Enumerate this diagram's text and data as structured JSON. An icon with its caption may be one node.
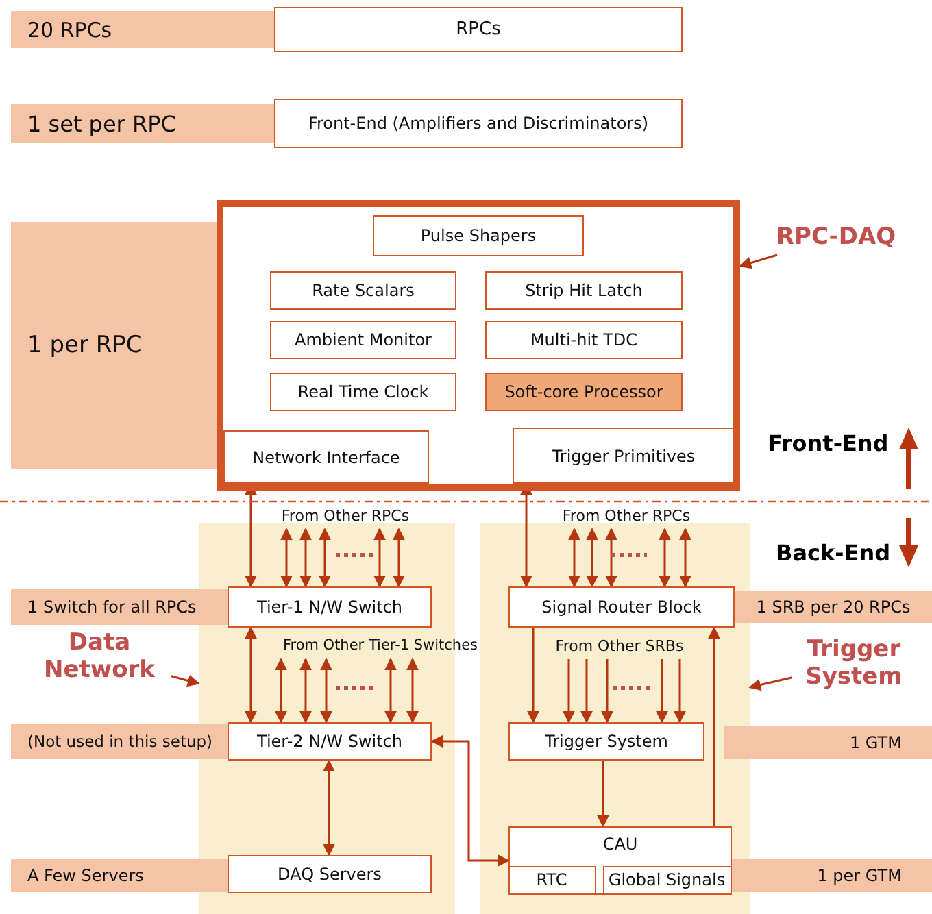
{
  "diagram": {
    "nodes": [
      {
        "text": [
          "20 RPCs"
        ]
      },
      {
        "text": [
          "RPCs"
        ]
      },
      {
        "text": [
          "1 set per RPC"
        ]
      },
      {
        "text": [
          "Front-End (Amplifiers and Discriminators)"
        ]
      },
      {
        "text": [
          "1 per RPC"
        ]
      },
      {
        "text": [],
        "shape": "box"
      },
      {
        "text": [
          "Pulse Shapers"
        ],
        "in": 5
      },
      {
        "text": [
          "Rate Scalars"
        ],
        "in": 5
      },
      {
        "text": [
          "Strip Hit Latch"
        ],
        "in": 5
      },
      {
        "text": [
          "Ambient Monitor"
        ],
        "in": 5
      },
      {
        "text": [
          "Multi-hit TDC"
        ],
        "in": 5
      },
      {
        "text": [
          "Real Time Clock"
        ],
        "in": 5
      },
      {
        "text": [
          "Soft-core Processor"
        ],
        "in": 5
      },
      {
        "text": [
          "Network Interface"
        ],
        "in": 5
      },
      {
        "text": [
          "Trigger Primitives"
        ],
        "in": 5
      },
      {
        "text": [
          "RPC-DAQ"
        ]
      },
      {
        "text": [],
        "shape": "box"
      },
      {
        "text": [
          "Tier-1 N/W Switch"
        ],
        "in": 16
      },
      {
        "text": [
          "Tier-2 N/W Switch"
        ],
        "in": 16
      },
      {
        "text": [
          "DAQ Servers"
        ],
        "in": 16
      },
      {
        "text": [],
        "shape": "box"
      },
      {
        "text": [
          "Signal Router Block"
        ],
        "in": 20
      },
      {
        "text": [
          "Trigger System"
        ],
        "in": 20
      },
      {
        "text": [
          "CAU"
        ],
        "in": 20
      },
      {
        "text": [
          "RTC"
        ],
        "in": 23
      },
      {
        "text": [
          "Global Signals"
        ],
        "in": 23
      },
      {
        "text": [
          "Data Network"
        ]
      },
      {
        "text": [
          "Trigger System"
        ]
      },
      {
        "text": [
          "1 Switch for all RPCs"
        ]
      },
      {
        "text": [
          "(Not used in this setup)"
        ]
      },
      {
        "text": [
          "A Few Servers"
        ]
      },
      {
        "text": [
          "1 SRB per 20 RPCs"
        ]
      },
      {
        "text": [
          "1 GTM"
        ]
      },
      {
        "text": [
          "1 per GTM"
        ]
      },
      {
        "text": [
          "From Other RPCs"
        ]
      },
      {
        "text": [
          "From Other Tier-1 Switches"
        ]
      },
      {
        "text": [
          "From Other RPCs"
        ]
      },
      {
        "text": [
          "From Other SRBs"
        ],
        "in": 20
      }
    ],
    "edges": [
      {
        "from": 13,
        "to": 17,
        "arrow": "both"
      },
      {
        "from": 34,
        "to": 17,
        "arrow": "both"
      },
      {
        "from": 34,
        "to": 17,
        "arrow": "both"
      },
      {
        "from": 34,
        "to": 17,
        "arrow": "both"
      },
      {
        "from": 34,
        "to": 17,
        "arrow": "both"
      },
      {
        "from": 34,
        "to": 17,
        "arrow": "both"
      },
      {
        "from": 17,
        "to": 18,
        "arrow": "both"
      },
      {
        "from": 35,
        "to": 18,
        "arrow": "both"
      },
      {
        "from": 35,
        "to": 18,
        "arrow": "both"
      },
      {
        "from": 35,
        "to": 18,
        "arrow": "both"
      },
      {
        "from": 35,
        "to": 18,
        "arrow": "both"
      },
      {
        "from": 35,
        "to": 18,
        "arrow": "both"
      },
      {
        "from": 18,
        "to": 19,
        "arrow": "both"
      },
      {
        "from": 14,
        "to": 21,
        "arrow": "both"
      },
      {
        "from": 36,
        "to": 21,
        "arrow": "both"
      },
      {
        "from": 36,
        "to": 21,
        "arrow": "both"
      },
      {
        "from": 36,
        "to": 21,
        "arrow": "both"
      },
      {
        "from": 36,
        "to": 21,
        "arrow": "both"
      },
      {
        "from": 36,
        "to": 21,
        "arrow": "both"
      },
      {
        "from": 21,
        "to": 22,
        "arrow": "to"
      },
      {
        "from": 37,
        "to": 22,
        "arrow": "to"
      },
      {
        "from": 37,
        "to": 22,
        "arrow": "to"
      },
      {
        "from": 37,
        "to": 22,
        "arrow": "to"
      },
      {
        "from": 37,
        "to": 22,
        "arrow": "to"
      },
      {
        "from": 37,
        "to": 22,
        "arrow": "to"
      },
      {
        "from": 22,
        "to": 23,
        "arrow": "to"
      },
      {
        "from": 25,
        "to": 21,
        "arrow": "to"
      },
      {
        "from": 18,
        "to": 23,
        "arrow": "both"
      },
      {
        "from": 15,
        "to": 5,
        "arrow": "to"
      },
      {
        "from": 26,
        "to": 16,
        "arrow": "to"
      },
      {
        "from": 27,
        "to": 20,
        "arrow": "to"
      }
    ],
    "labels": [
      "Front-End",
      "Back-End"
    ]
  }
}
